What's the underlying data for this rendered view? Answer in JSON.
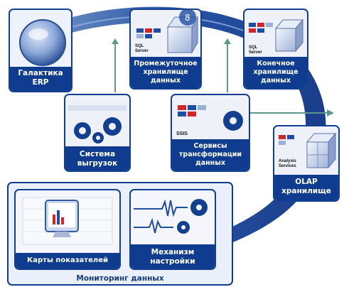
{
  "diagram": {
    "nodes": {
      "galaktika_erp": {
        "label_1": "Галактика",
        "label_2": "ERP"
      },
      "intermediate_store": {
        "logo_1": "SQL",
        "logo_2": "Server",
        "label_1": "Промежуточное",
        "label_2": "хранилище",
        "label_3": "данных"
      },
      "final_store": {
        "logo_1": "SQL",
        "logo_2": "Server",
        "label_1": "Конечное",
        "label_2": "хранилище",
        "label_3": "данных"
      },
      "upload_system": {
        "label_1": "Система",
        "label_2": "выгрузок"
      },
      "transform_services": {
        "logo_1": "SSIS",
        "label_1": "Сервисы",
        "label_2": "трансформации",
        "label_3": "данных"
      },
      "olap_store": {
        "logo_1": "Analysis",
        "logo_2": "Services",
        "label_1": "OLAP",
        "label_2": "хранилище"
      },
      "indicator_maps": {
        "label_1": "Карты показателей"
      },
      "tuning_mechanism": {
        "label_1": "Механизм",
        "label_2": "настройки"
      },
      "monitoring": {
        "label_1": "Мониторинг данных"
      }
    },
    "colors": {
      "primary_blue": "#123f8f",
      "accent_red": "#d2262a",
      "connector_green": "#5b9a8b",
      "panel_fill": "#eef1f8"
    }
  }
}
